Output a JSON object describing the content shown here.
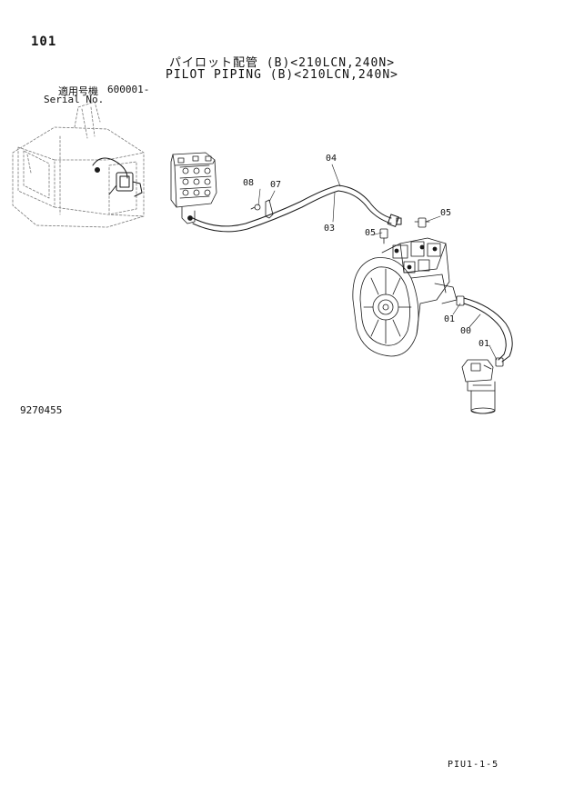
{
  "page_number": "101",
  "title_jp": "パイロット配管 (B)<210LCN,240N>",
  "title_en": "PILOT PIPING (B)<210LCN,240N>",
  "serial": {
    "label_jp": "適用号機",
    "value": "600001-",
    "label_en": "Serial No."
  },
  "callouts": {
    "c04": "04",
    "c08": "08",
    "c07": "07",
    "c03": "03",
    "c05a": "05",
    "c05b": "05",
    "c01a": "01",
    "c00": "00",
    "c01b": "01"
  },
  "drawing_number": "9270455",
  "page_code": "PIU1-1-5",
  "colors": {
    "line": "#1a1a1a",
    "background": "#ffffff"
  }
}
